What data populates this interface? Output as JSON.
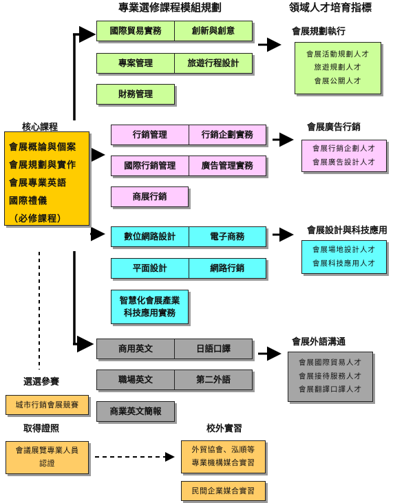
{
  "headers": {
    "modules": "專業選修課程模組規劃",
    "talent": "領域人才培育指標"
  },
  "core": {
    "title": "核心課程",
    "items": [
      "會展概論與個案",
      "會展規劃與實作",
      "會展專業英語",
      "國際禮儀",
      "（必修課程）"
    ]
  },
  "planning": {
    "courses": [
      "國際貿易實務",
      "創新與創意",
      "專案管理",
      "旅遊行程設計",
      "財務管理"
    ],
    "title": "會展規劃執行",
    "talents": [
      "會展活動規劃人才",
      "旅遊規劃人才",
      "會展公關人才"
    ]
  },
  "marketing": {
    "courses": [
      "行銷管理",
      "行銷企劃實務",
      "國際行銷管理",
      "廣告管理實務",
      "商展行銷"
    ],
    "title": "會展廣告行銷",
    "talents": [
      "會展行銷企劃人才",
      "會展廣告設計人才"
    ]
  },
  "design": {
    "courses": [
      "數位網路設計",
      "電子商務",
      "平面設計",
      "網路行銷"
    ],
    "smart_lines": [
      "智慧化會展產業",
      "科技應用實務"
    ],
    "title": "會展設計與科技應用",
    "talents": [
      "會展場地設計人才",
      "會展科技應用人才"
    ]
  },
  "language": {
    "courses": [
      "商用英文",
      "日語口譯",
      "職場英文",
      "第二外語",
      "商業英文簡報"
    ],
    "title": "會展外語溝通",
    "talents": [
      "會展國際貿易人才",
      "會展接待服務人才",
      "會展翻譯口譯人才"
    ]
  },
  "competition": {
    "title": "選選參賽",
    "item": "城市行銷會展競賽"
  },
  "certificate": {
    "title": "取得證照",
    "lines": [
      "會議展覽專業人員",
      "認證"
    ]
  },
  "internship": {
    "title": "校外實習",
    "lines": [
      "外貿協會、泓順等",
      "專業機構媒合實習"
    ],
    "private": "民間企業媒合實習"
  }
}
